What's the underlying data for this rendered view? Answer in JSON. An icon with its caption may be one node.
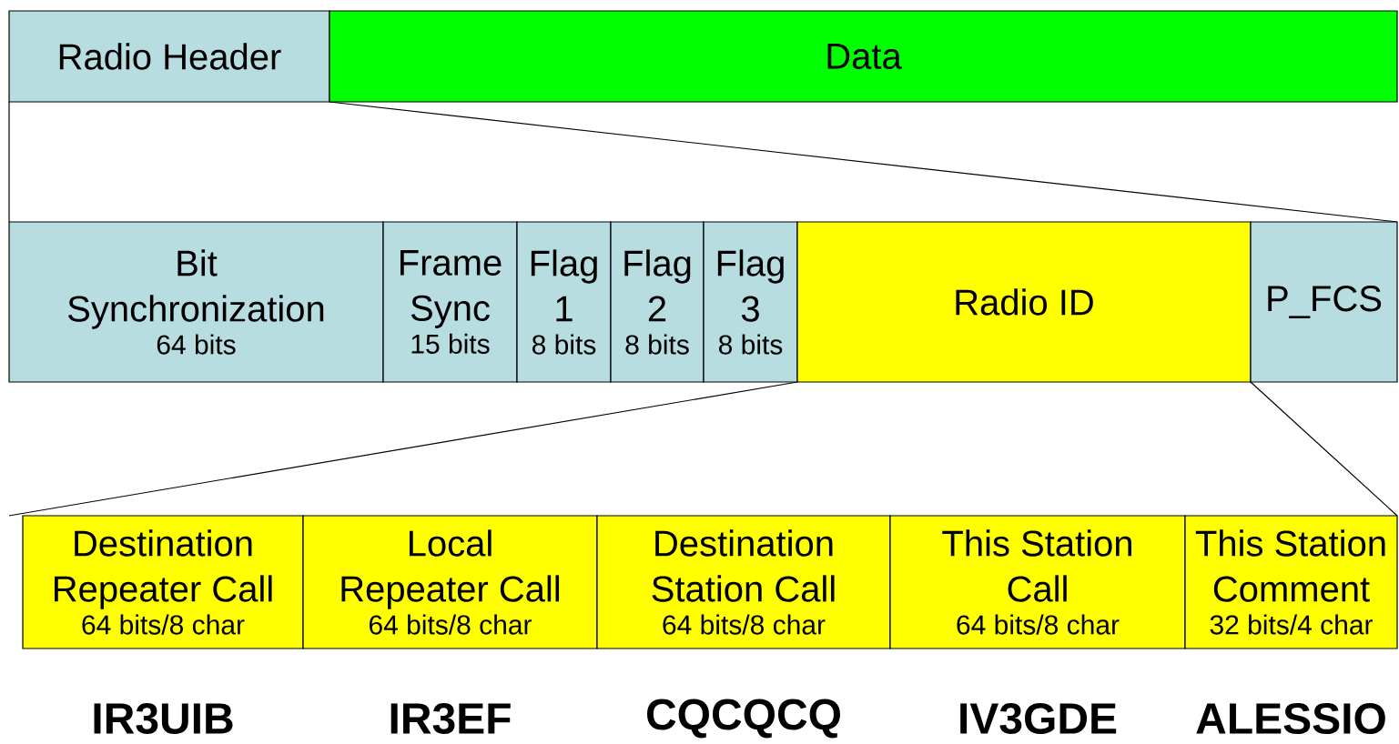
{
  "diagram": {
    "nodes": [
      {
        "text": [
          "Radio Header"
        ]
      },
      {
        "text": [
          "Data"
        ]
      },
      {
        "text": [
          "Bit Synchronization",
          "64 bits"
        ]
      },
      {
        "text": [
          "Frame Sync",
          "15 bits"
        ]
      },
      {
        "text": [
          "Flag 1",
          "8 bits"
        ]
      },
      {
        "text": [
          "Flag 2",
          "8 bits"
        ]
      },
      {
        "text": [
          "Flag 3",
          "8 bits"
        ]
      },
      {
        "text": [
          "Radio ID"
        ]
      },
      {
        "text": [
          "P_FCS"
        ]
      },
      {
        "text": [
          "Destination Repeater Call",
          "64 bits/8 char"
        ]
      },
      {
        "text": [
          "Local Repeater Call",
          "64 bits/8 char"
        ]
      },
      {
        "text": [
          "Destination Station Call",
          "64 bits/8 char"
        ]
      },
      {
        "text": [
          "This Station Call",
          "64 bits/8 char"
        ]
      },
      {
        "text": [
          "This Station Comment",
          "32 bits/4 char"
        ]
      }
    ],
    "labels": [
      "IR3UIB",
      "IR3EF",
      "CQCQCQ",
      "IV3GDE",
      "ALESSIO"
    ]
  }
}
